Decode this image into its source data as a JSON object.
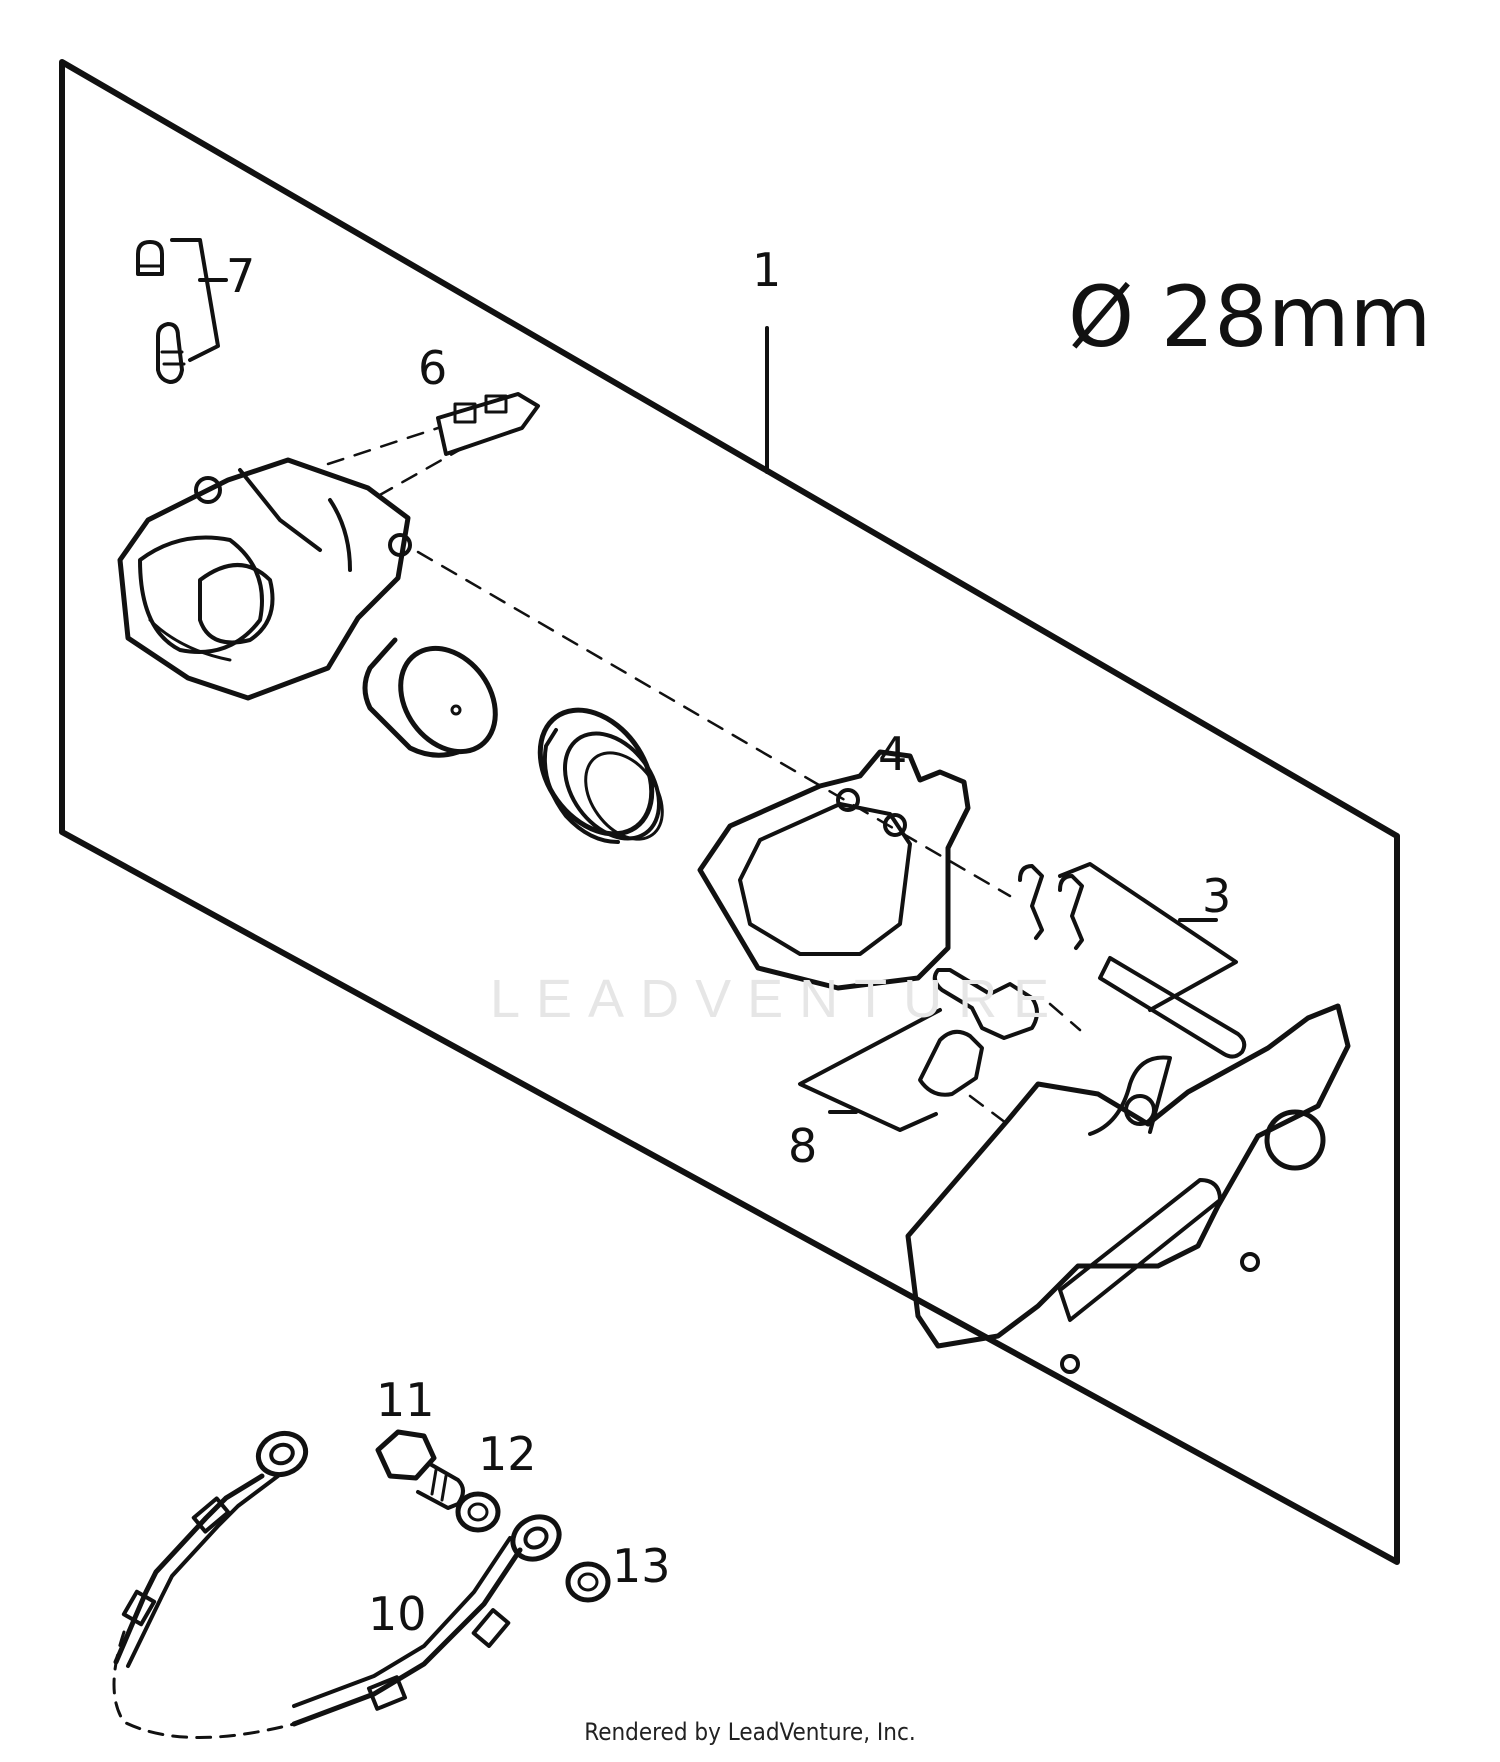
{
  "diagram": {
    "size_label": "Ø 28mm",
    "callouts": {
      "c1": "1",
      "c3": "3",
      "c4": "4",
      "c6": "6",
      "c7": "7",
      "c8": "8",
      "c10": "10",
      "c11": "11",
      "c12": "12",
      "c13": "13"
    },
    "line_color": "#111111",
    "background": "#ffffff"
  },
  "watermark": "LEADVENTURE",
  "footer": "Rendered by LeadVenture, Inc."
}
